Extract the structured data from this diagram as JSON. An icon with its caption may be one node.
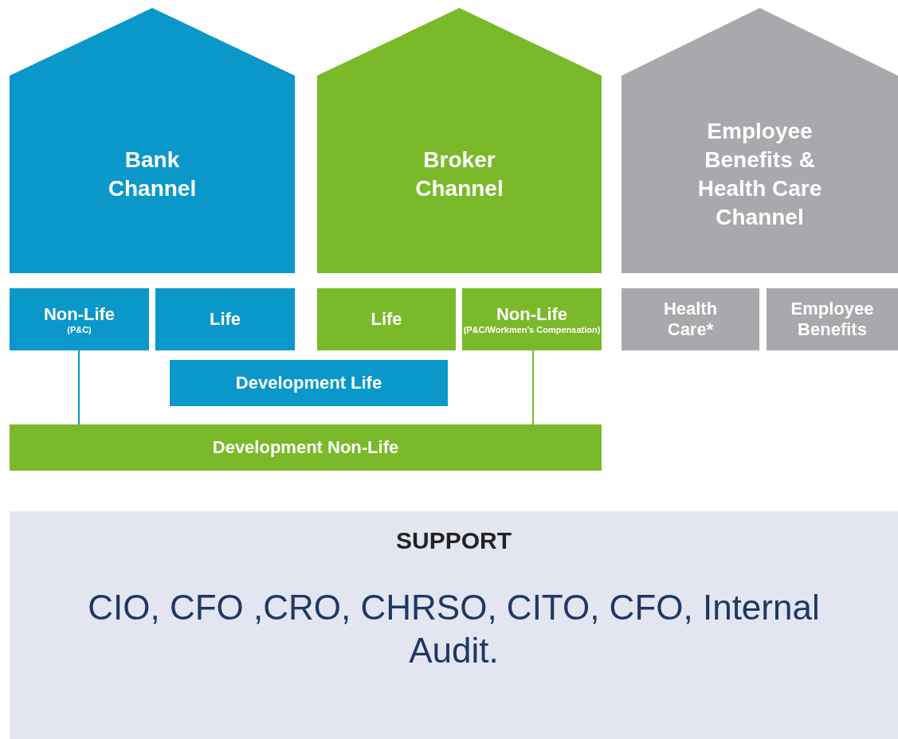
{
  "diagram": {
    "nodes": [
      {
        "text": [
          "Bank Channel"
        ]
      },
      {
        "text": [
          "Broker Channel"
        ]
      },
      {
        "text": [
          "Employee Benefits & Health Care Channel"
        ]
      },
      {
        "text": [
          "Non-Life",
          "(P&C)"
        ]
      },
      {
        "text": [
          "Life"
        ]
      },
      {
        "text": [
          "Life"
        ]
      },
      {
        "text": [
          "Non-Life",
          "(P&C/Workmen's Compensation)"
        ]
      },
      {
        "text": [
          "Health Care*"
        ]
      },
      {
        "text": [
          "Employee Benefits"
        ]
      },
      {
        "text": [
          "Development Life"
        ]
      },
      {
        "text": [
          "Development Non-Life"
        ]
      },
      {
        "text": [
          "SUPPORT",
          "CIO, CFO ,CRO, CHRSO, CITO, CFO, Internal Audit."
        ]
      }
    ],
    "edges": [
      {
        "from": 3,
        "to": 10,
        "arrow": "none",
        "color": "#0a97c9"
      },
      {
        "from": 6,
        "to": 10,
        "arrow": "none",
        "color": "#7ab929"
      }
    ]
  }
}
